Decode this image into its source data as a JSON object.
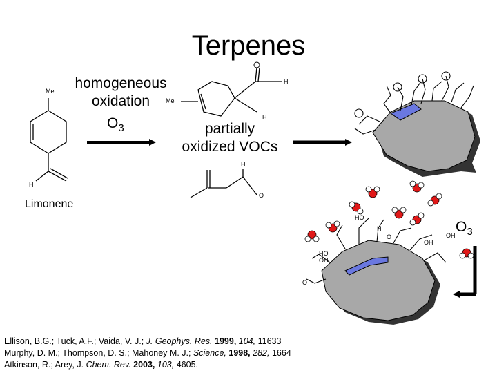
{
  "title": "Terpenes",
  "left_label": {
    "line1": "homogeneous",
    "line2": "oxidation"
  },
  "ozone_top": {
    "symbol": "O",
    "subscript": "3"
  },
  "middle_label": {
    "line1": "partially",
    "line2": "oxidized VOCs"
  },
  "compound_name": "Limonene",
  "ozone_right": {
    "symbol": "O",
    "subscript": "3"
  },
  "atom_labels": {
    "me": "Me",
    "h": "H",
    "o": "O",
    "ho": "HO",
    "oh": "OH"
  },
  "references": [
    {
      "authors": "Ellison, B.G.; Tuck, A.F.; Vaida, V. J.; ",
      "journal": "J. Geophys. Res.",
      "year": "1999,",
      "volume": "104,",
      "pages": "11633"
    },
    {
      "authors": "Murphy, D. M.; Thompson, D. S.; Mahoney M. J.; ",
      "journal": "Science,",
      "year": "1998,",
      "volume": "282,",
      "pages": "1664"
    },
    {
      "authors": "Atkinson, R.; Arey, J. ",
      "journal": "Chem. Rev.",
      "year": "2003,",
      "volume": "103,",
      "pages": "4605."
    }
  ],
  "colors": {
    "particle_fill": "#a8a8a8",
    "particle_shadow": "#333333",
    "organic_layer": "#6a78e0",
    "oxygen": "#e01818",
    "water_h": "#ffffff"
  }
}
